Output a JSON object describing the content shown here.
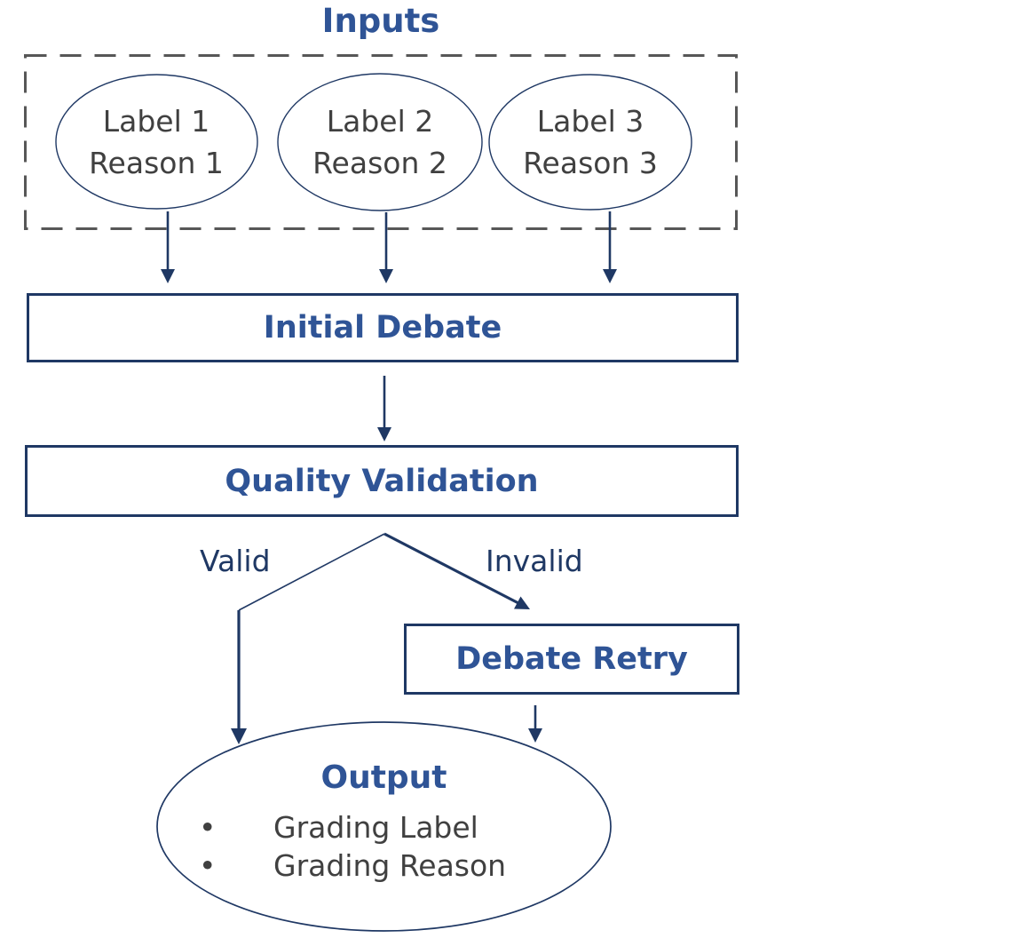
{
  "inputs": {
    "title": "Inputs",
    "nodes": [
      {
        "label": "Label 1",
        "reason": "Reason 1"
      },
      {
        "label": "Label 2",
        "reason": "Reason 2"
      },
      {
        "label": "Label 3",
        "reason": "Reason 3"
      }
    ]
  },
  "stages": {
    "initial_debate": "Initial Debate",
    "quality_validation": "Quality Validation",
    "debate_retry": "Debate Retry"
  },
  "branch": {
    "valid": "Valid",
    "invalid": "Invalid"
  },
  "output": {
    "title": "Output",
    "bullet_char": "•",
    "items": [
      "Grading Label",
      "Grading Reason"
    ]
  },
  "colors": {
    "heading_blue": "#2F5496",
    "line_navy": "#1F3864",
    "dashed_border_gray": "#575757",
    "body_text_gray": "#404040",
    "background": "#FFFFFF"
  }
}
